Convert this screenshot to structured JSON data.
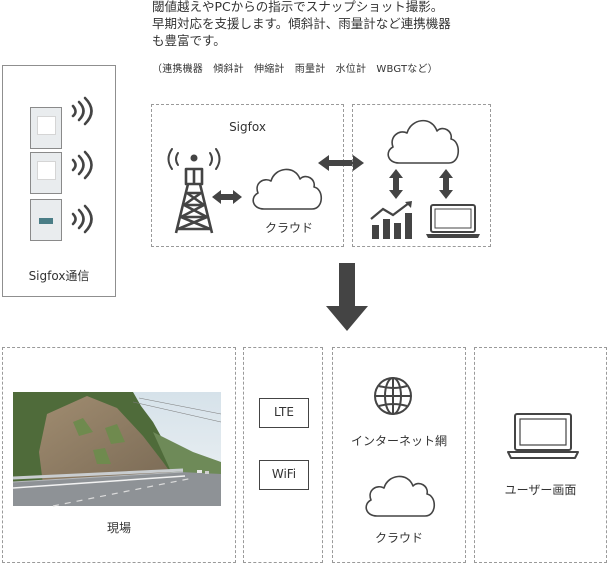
{
  "intro": {
    "line1": "閾値越えやPCからの指示でスナップショット撮影。",
    "line2": "早期対応を支援します。傾斜計、雨量計など連携機器",
    "line3": "も豊富です。",
    "devices_note": "（連携機器　傾斜計　伸縮計　雨量計　水位計　WBGTなど）"
  },
  "left_panel": {
    "label": "Sigfox通信"
  },
  "sigfox_panel": {
    "title": "Sigfox",
    "cloud_label": "クラウド"
  },
  "bottom": {
    "site_label": "現場",
    "lte_label": "LTE",
    "wifi_label": "WiFi",
    "internet_label": "インターネット網",
    "cloud_label": "クラウド",
    "user_label": "ユーザー画面"
  },
  "colors": {
    "icon": "#444444",
    "border": "#9a9a9a",
    "device_screen": "#4a7d86"
  }
}
